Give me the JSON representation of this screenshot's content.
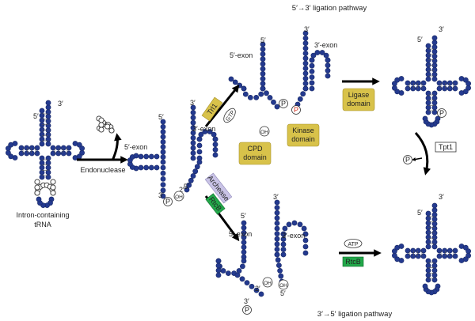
{
  "headings": {
    "pathway_53": "5′→3′ ligation pathway",
    "pathway_35": "3′→5′ ligation pathway"
  },
  "trna_labels": {
    "intron_containing_line1": "Intron-containing",
    "intron_containing_line2": "tRNA",
    "end5": "5′",
    "end3": "3′",
    "exon5": "5′-exon",
    "exon3": "3′-exon"
  },
  "enzymes": {
    "endonuclease": "Endonuclease",
    "trl1": "Trl1",
    "gtp": "GTP",
    "cpd_line1": "CPD",
    "cpd_line2": "domain",
    "kinase_line1": "Kinase",
    "kinase_line2": "domain",
    "ligase_line1": "Ligase",
    "ligase_line2": "domain",
    "tpt1": "Tpt1",
    "archease": "Archease",
    "rtcb": "RtcB",
    "atp": "ATP"
  },
  "chemical_groups": {
    "phosphate": "P",
    "hydroxyl": "OH",
    "pos2": "2′",
    "pos3": "3′",
    "pos5": "5′"
  },
  "colors": {
    "nucleotide": "#243a8f",
    "domain_tag": "#d8c24a",
    "rtcb_tag": "#22a84a",
    "archease_tag": "#c9c3e6",
    "phosphate_red": "#d03020"
  }
}
